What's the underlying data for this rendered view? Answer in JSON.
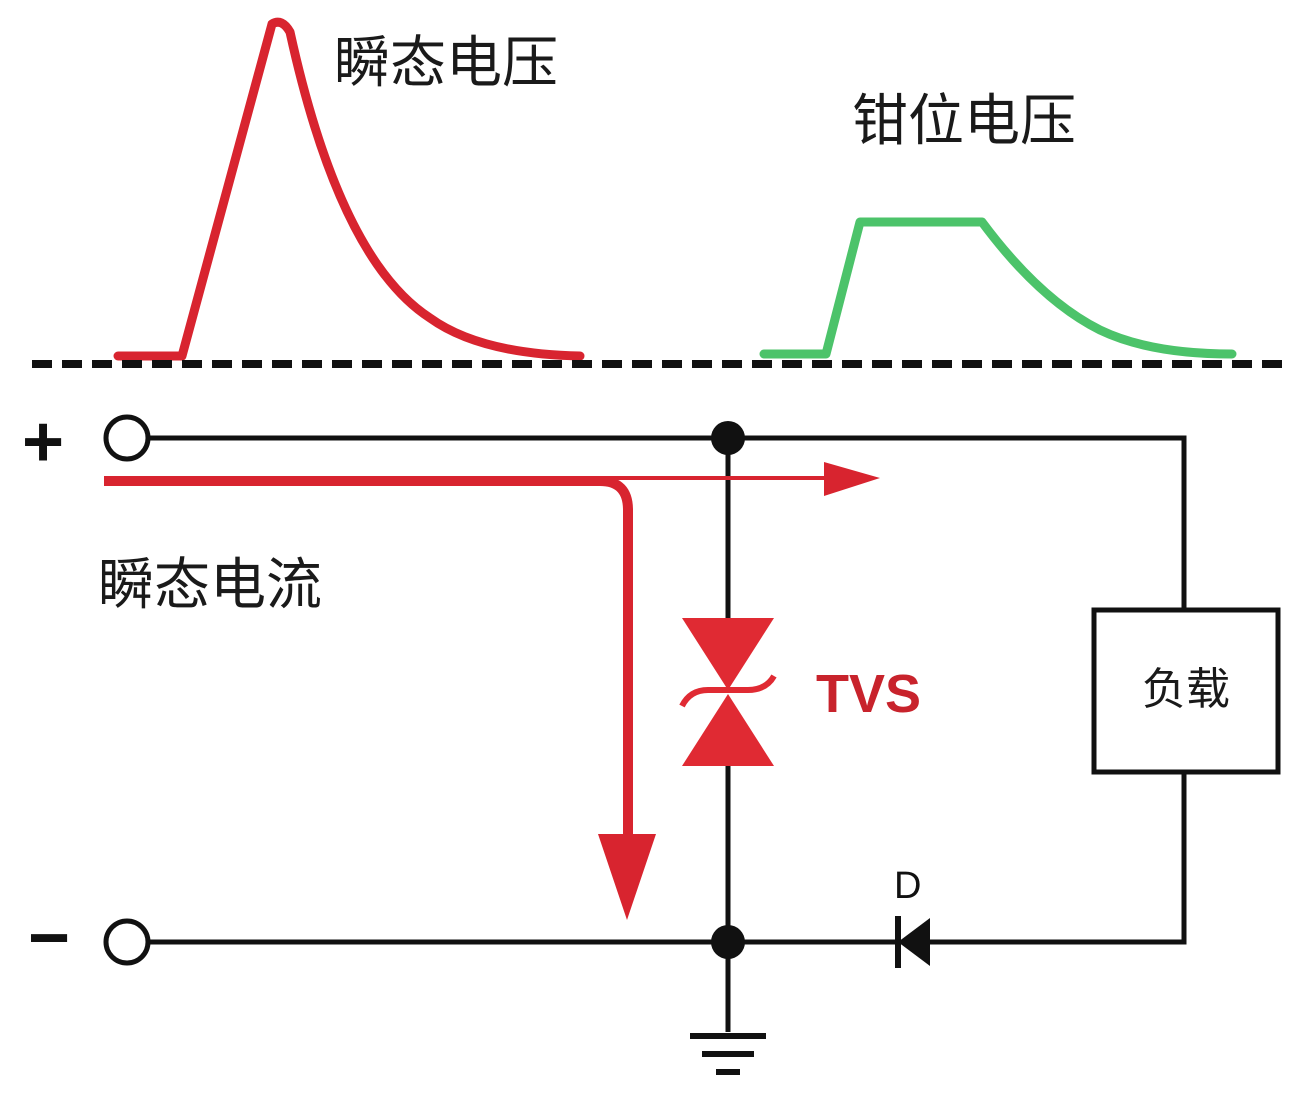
{
  "labels": {
    "transient_voltage": "瞬态电压",
    "clamp_voltage": "钳位电压",
    "transient_current": "瞬态电流",
    "tvs": "TVS",
    "load": "负载",
    "diode": "D",
    "plus": "+",
    "minus": "−"
  },
  "colors": {
    "transient": "#d8242f",
    "clamp": "#4cc36a",
    "wire": "#111111",
    "tvs": "#e02a33",
    "tvs_label": "#c8232c"
  }
}
